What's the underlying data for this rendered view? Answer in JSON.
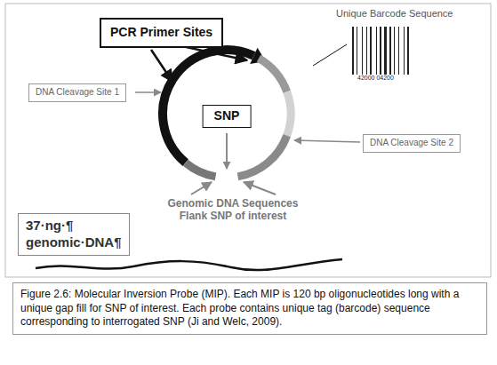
{
  "diagram": {
    "caption": "Figure 2.6: Molecular Inversion Probe (MIP). Each MIP is 120 bp oligonucleotides long with a unique gap fill for SNP of interest. Each probe contains unique tag (barcode) sequence corresponding to interrogated SNP (Ji and Welc, 2009).",
    "nodes": [
      {
        "text": [
          "PCR Primer Sites"
        ]
      },
      {
        "text": [
          "DNA Cleavage Site 1"
        ]
      },
      {
        "text": [
          "SNP"
        ]
      },
      {
        "text": [
          "DNA Cleavage Site 2"
        ]
      },
      {
        "text": [
          "37·ng·¶ genomic·DNA¶"
        ]
      }
    ],
    "labels": [
      "Unique Barcode Sequence",
      "42000 04200",
      "Genomic DNA Sequences Flank SNP of interest"
    ]
  }
}
